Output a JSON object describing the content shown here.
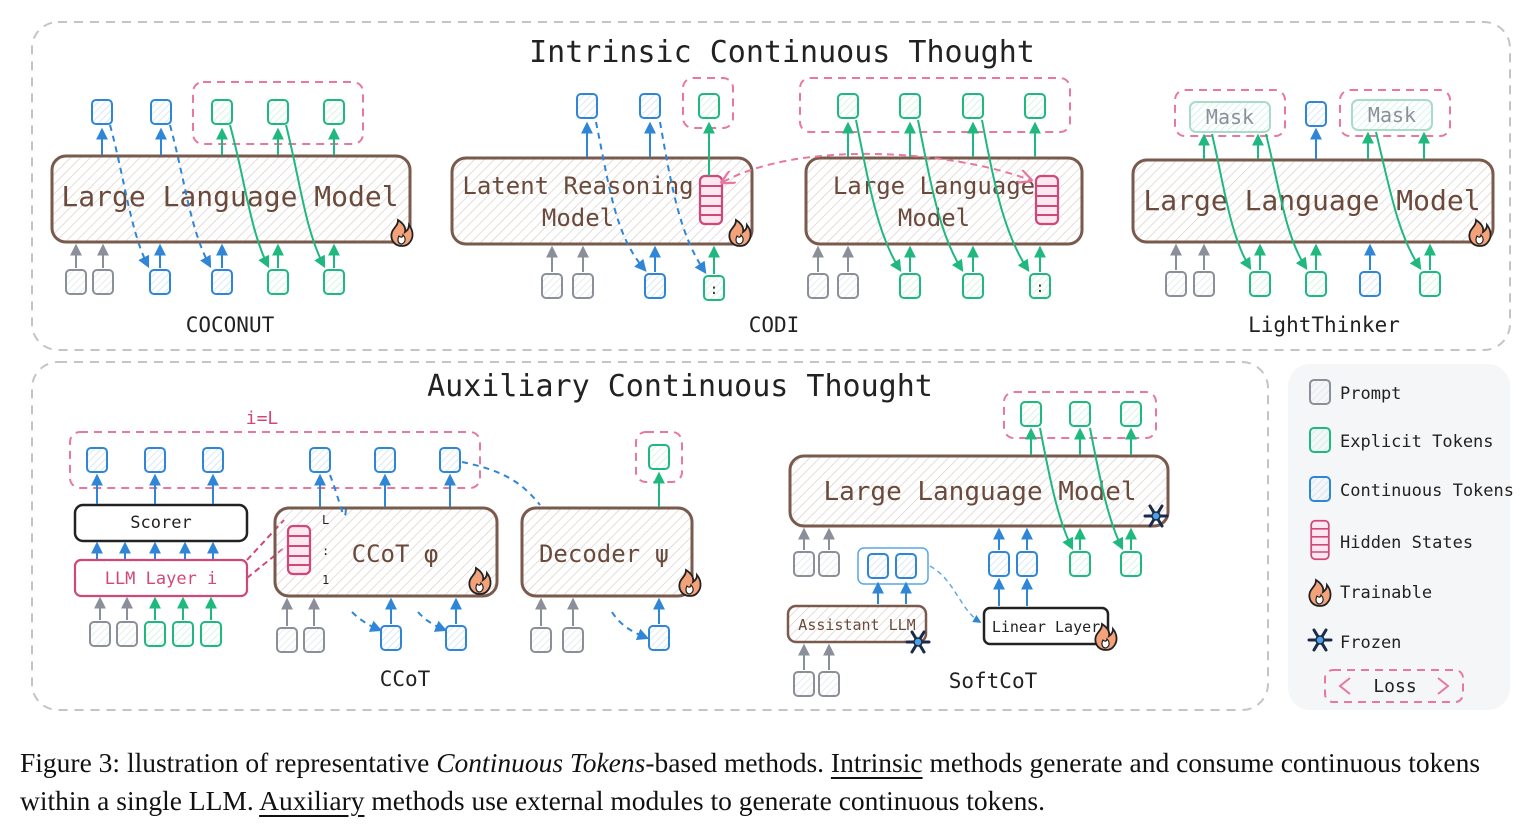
{
  "intrinsic": {
    "title": "Intrinsic Continuous Thought",
    "coconut": {
      "model_label": "Large Language Model",
      "caption": "COCONUT"
    },
    "codi": {
      "latent_label_1": "Latent Reasoning",
      "latent_label_2": "Model",
      "llm_label_1": "Large Language",
      "llm_label_2": "Model",
      "caption": "CODI",
      "dots": ":"
    },
    "lightthinker": {
      "model_label": "Large Language Model",
      "mask": "Mask",
      "caption": "LightThinker"
    }
  },
  "auxiliary": {
    "title": "Auxiliary Continuous Thought",
    "ccot": {
      "loop_label": "i=L",
      "scorer": "Scorer",
      "llm_layer": "LLM Layer i",
      "ccot_label": "CCoT φ",
      "decoder_label": "Decoder ψ",
      "hidden_top": "L",
      "hidden_dots": ":",
      "hidden_bottom": "1",
      "caption": "CCoT"
    },
    "softcot": {
      "model_label": "Large Language Model",
      "assistant": "Assistant LLM",
      "linear": "Linear Layer",
      "caption": "SoftCoT"
    }
  },
  "legend": {
    "prompt": "Prompt",
    "explicit": "Explicit Tokens",
    "continuous": "Continuous Tokens",
    "hidden": "Hidden States",
    "trainable": "Trainable",
    "frozen": "Frozen",
    "loss": "Loss"
  },
  "colors": {
    "gray": "#8a8f99",
    "green": "#1fb87f",
    "blue": "#2f86d6",
    "pink": "#d0487a",
    "brown": "#8a6a5c",
    "dash_pink": "#e8789e"
  },
  "caption": {
    "p1": "Figure 3: llustration of representative ",
    "p2": "Continuous Tokens",
    "p3": "-based methods. ",
    "p4": "Intrinsic",
    "p5": " methods generate and consume continuous tokens within a single LLM. ",
    "p6": "Auxiliary",
    "p7": " methods use external modules to generate continuous tokens."
  }
}
